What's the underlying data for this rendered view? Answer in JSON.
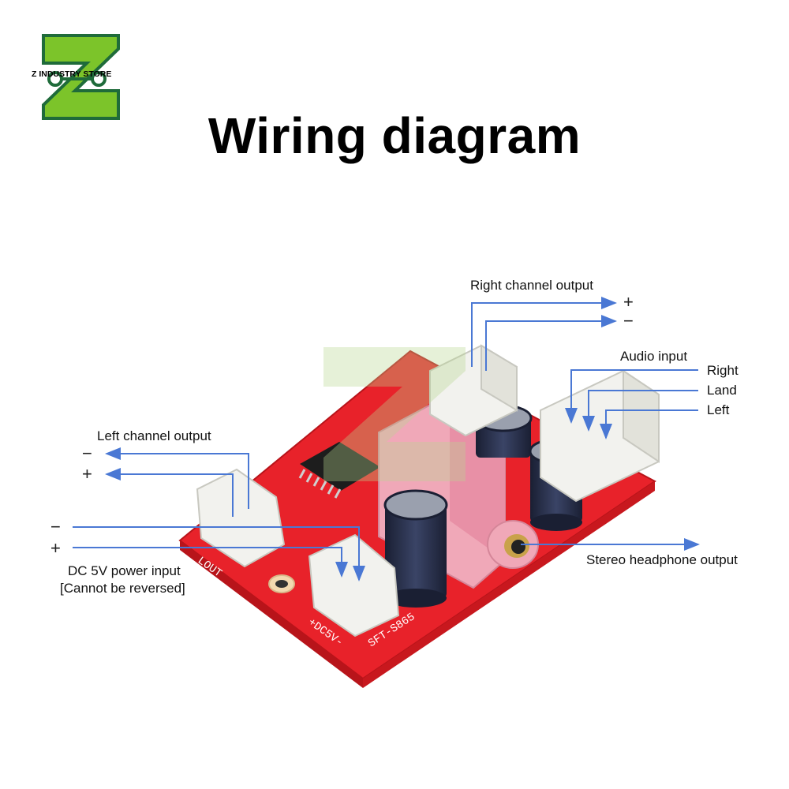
{
  "brand": {
    "name": "Z INDUSTRY STORE",
    "colors": {
      "green": "#7cc42a",
      "dark_green": "#1f6b3a"
    }
  },
  "title": "Wiring diagram",
  "board_silkscreen": [
    "LOUT",
    "+DC5V-",
    "SFT-S865"
  ],
  "labels": {
    "right_output": "Right channel output",
    "right_plus": "+",
    "right_minus": "−",
    "audio_input": "Audio input",
    "audio_right": "Right",
    "audio_land": "Land",
    "audio_left": "Left",
    "left_output": "Left channel output",
    "left_minus": "−",
    "left_plus": "+",
    "dc_minus": "−",
    "dc_plus": "+",
    "dc_power": "DC 5V power input",
    "dc_note": "[Cannot be reversed]",
    "headphone": "Stereo headphone output"
  },
  "colors": {
    "arrow": "#4a78d4",
    "pcb": "#e8222a",
    "connector": "#f2f2ee",
    "jack": "#f0a8b8"
  }
}
